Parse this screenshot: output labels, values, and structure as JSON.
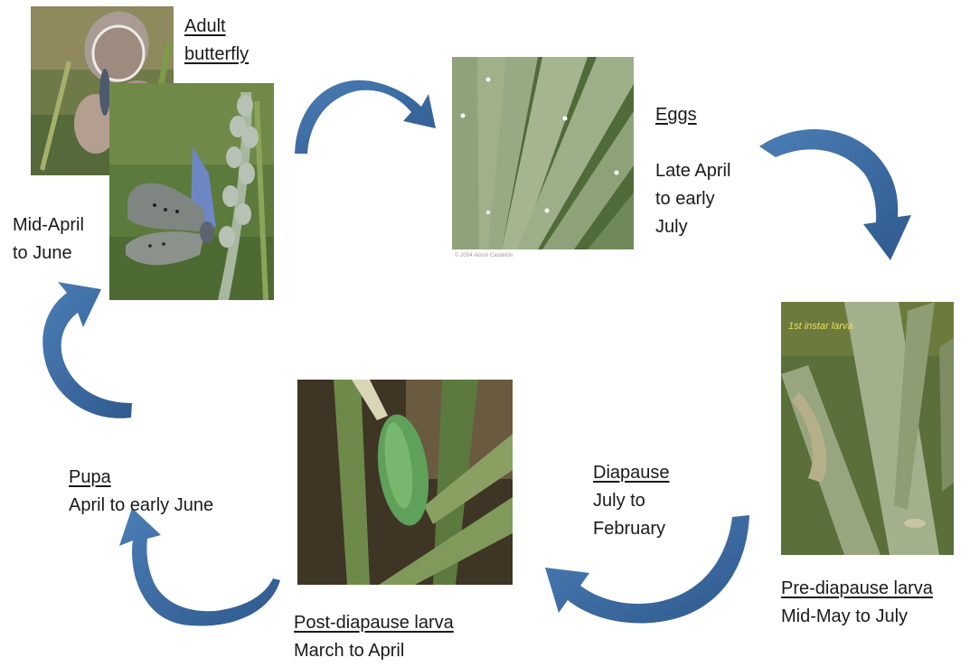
{
  "stages": {
    "adult": {
      "heading_line1": "Adult",
      "heading_line2": "butterfly",
      "period_line1": "Mid-April",
      "period_line2": "to June"
    },
    "eggs": {
      "heading": "Eggs",
      "period_line1": "Late April",
      "period_line2": "to  early",
      "period_line3": "July"
    },
    "pre_diapause": {
      "heading": "Pre-diapause larva",
      "period": "Mid-May to July"
    },
    "diapause": {
      "heading": "Diapause",
      "period_line1": "July to",
      "period_line2": "February"
    },
    "post_diapause": {
      "heading": "Post-diapause larva",
      "period": "March to April"
    },
    "pupa": {
      "heading": "Pupa",
      "period": "April to early June"
    }
  },
  "photos": {
    "eggs_credit": "© 2004 Alison Castleton",
    "larva_annotation": "1st instar larva"
  },
  "colors": {
    "arrow": "#3d6ea6",
    "arrow_dark": "#2e5585",
    "annotation": "#e8e060"
  }
}
